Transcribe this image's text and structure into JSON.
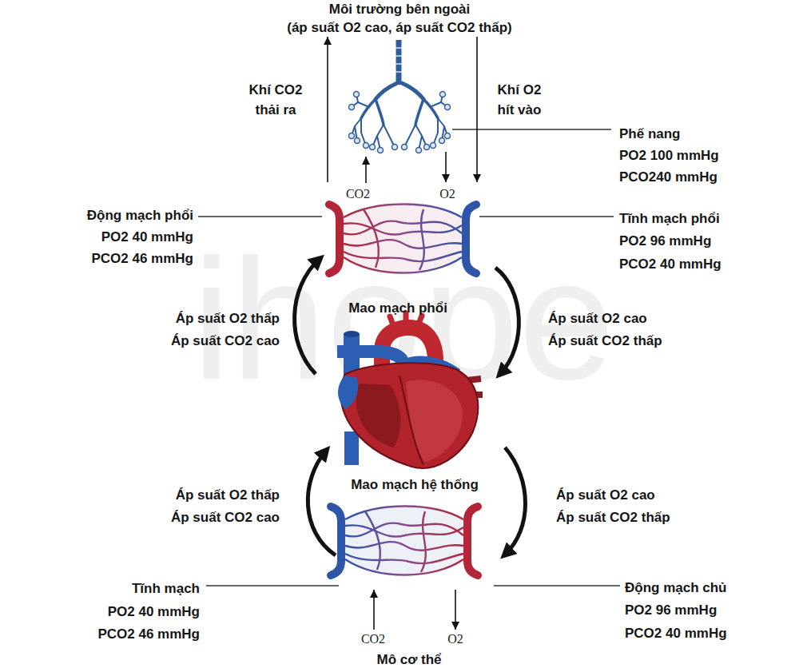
{
  "diagram": {
    "nodes": [
      {
        "text": [
          "Môi trường bên ngoài",
          "(áp suất O2 cao, áp suất CO2 thấp)"
        ]
      },
      {
        "text": [
          "CO2",
          "O2",
          "Mao mạch phổi"
        ]
      },
      {
        "text": [
          "Mao mạch hệ thống"
        ]
      },
      {
        "text": [
          "CO2",
          "O2",
          "Mô cơ thể"
        ]
      }
    ],
    "edges": [
      {
        "from": 1,
        "to": 0,
        "arrow": "to",
        "label": "Khí CO2 thải ra"
      },
      {
        "from": 0,
        "to": 1,
        "arrow": "to",
        "label": "Khí O2 hít vào"
      },
      {
        "from": 3,
        "to": 2,
        "arrow": "to"
      },
      {
        "from": 2,
        "to": 3,
        "arrow": "to"
      }
    ],
    "labels": [
      "Phế nang",
      "PO2 100 mmHg",
      "PCO240 mmHg",
      "Động mạch phổi",
      "PO2 40 mmHg",
      "PCO2 46 mmHg",
      "Tĩnh mạch phổi",
      "PO2 96 mmHg",
      "PCO2 40 mmHg",
      "Áp suất O2 thấp",
      "Áp suất CO2 cao",
      "Áp suất O2 cao",
      "Áp suất CO2 thấp",
      "Áp suất O2 thấp",
      "Áp suất CO2 cao",
      "Áp suất O2 cao",
      "Áp suất CO2 thấp",
      "Tĩnh mạch",
      "PO2 40 mmHg",
      "PCO2 46 mmHg",
      "Động mạch chủ",
      "PO2 96 mmHg",
      "PCO2 40 mmHg",
      "ihope"
    ]
  }
}
